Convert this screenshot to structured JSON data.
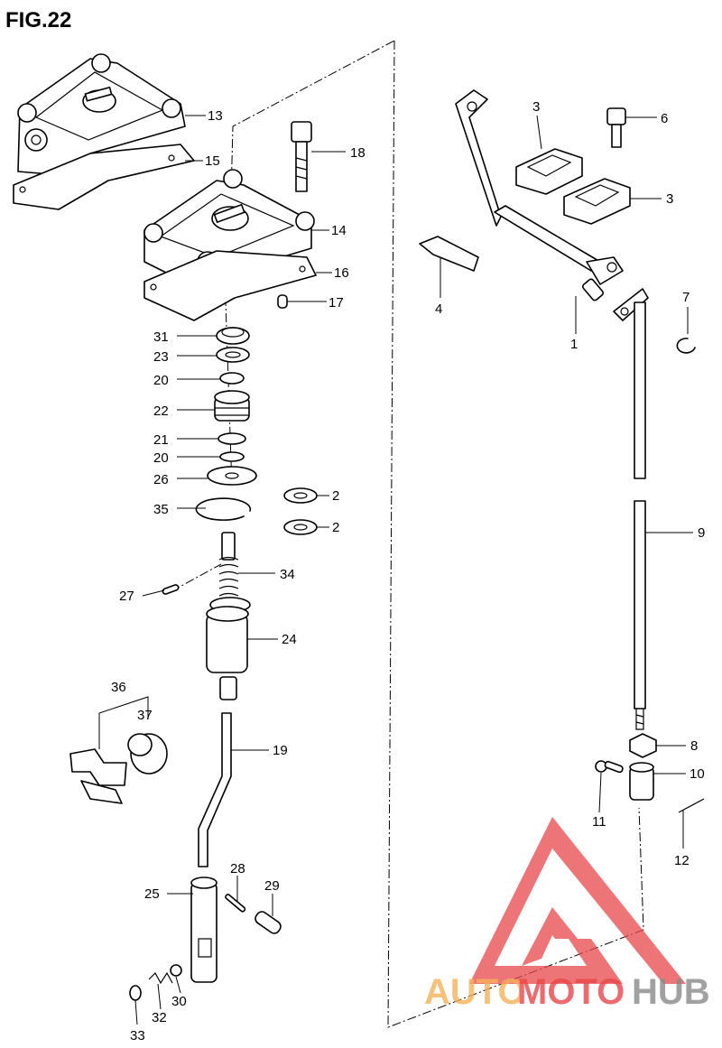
{
  "figure": {
    "title": "FIG.22"
  },
  "callouts": {
    "p1": "1",
    "p2a": "2",
    "p2b": "2",
    "p3a": "3",
    "p3b": "3",
    "p4": "4",
    "p6": "6",
    "p7": "7",
    "p8": "8",
    "p9": "9",
    "p10": "10",
    "p11": "11",
    "p12": "12",
    "p13": "13",
    "p14": "14",
    "p15": "15",
    "p16": "16",
    "p17": "17",
    "p18": "18",
    "p19": "19",
    "p20a": "20",
    "p20b": "20",
    "p21": "21",
    "p22": "22",
    "p23": "23",
    "p24": "24",
    "p25": "25",
    "p26": "26",
    "p27": "27",
    "p28": "28",
    "p29": "29",
    "p30": "30",
    "p31": "31",
    "p32": "32",
    "p33": "33",
    "p34": "34",
    "p35": "35",
    "p36": "36",
    "p37": "37"
  },
  "watermark": {
    "word1": "AUTO",
    "word2": "MOTO",
    "word3": "HUB"
  },
  "colors": {
    "line": "#000000",
    "logo_red": "#e8474a",
    "logo_orange": "#f7b25a",
    "logo_gray": "#8a8a8a"
  }
}
